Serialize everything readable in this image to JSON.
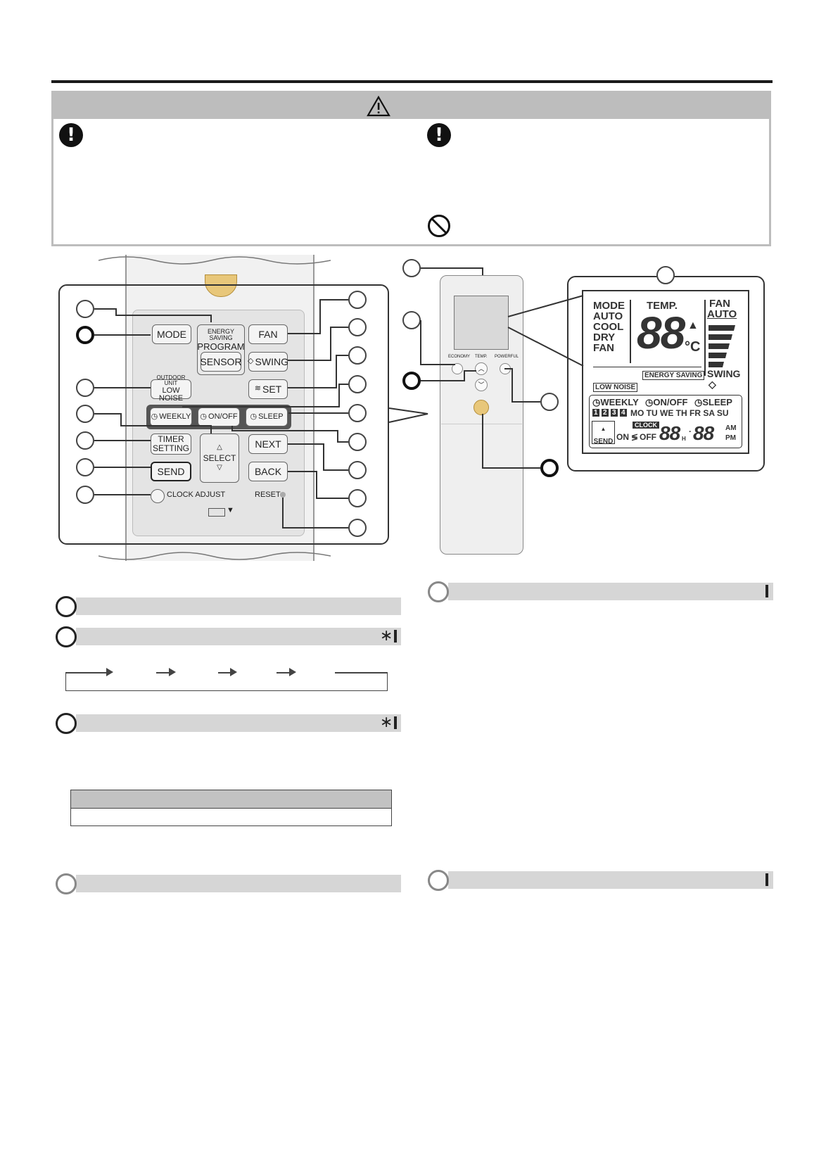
{
  "left_remote": {
    "buttons": {
      "mode": "MODE",
      "energy_saving_small": "ENERGY SAVING",
      "energy_saving_big": "PROGRAM",
      "fan": "FAN",
      "sensor": "SENSOR",
      "swing": "SWING",
      "outdoor_small": "OUTDOOR UNIT",
      "outdoor_big": "LOW NOISE",
      "set": "SET",
      "weekly": "WEEKLY",
      "timer_onoff": "ON/OFF",
      "sleep": "SLEEP",
      "timer_setting_1": "TIMER",
      "timer_setting_2": "SETTING",
      "select": "SELECT",
      "next": "NEXT",
      "send": "SEND",
      "back": "BACK",
      "clock_adjust": "CLOCK ADJUST",
      "reset": "RESET"
    }
  },
  "right_remote": {
    "labels": {
      "economy": "ECONOMY",
      "temp": "TEMP.",
      "powerful": "POWERFUL"
    }
  },
  "lcd": {
    "mode": "MODE",
    "auto": "AUTO",
    "cool": "COOL",
    "dry": "DRY",
    "fan_mode": "FAN",
    "temp": "TEMP.",
    "digits": "88",
    "celsius": "°C",
    "fan": "FAN",
    "fan_auto": "AUTO",
    "energy_saving": "ENERGY SAVING",
    "swing": "SWING",
    "low_noise": "LOW NOISE",
    "weekly": "WEEKLY",
    "onoff": "ON/OFF",
    "sleep": "SLEEP",
    "days": "MO TU WE TH FR SA SU",
    "nums": [
      "1",
      "2",
      "3",
      "4"
    ],
    "send": "SEND",
    "clock": "CLOCK",
    "on": "ON",
    "off": "OFF",
    "time_h": "88",
    "h": "H",
    "time_m": "88",
    "am": "AM",
    "pm": "PM"
  },
  "sections": {
    "asterisk": "∗"
  },
  "colors": {
    "power_button": "#e8c77a",
    "section_bar": "#d6d6d6",
    "caution_band": "#bdbdbd"
  }
}
